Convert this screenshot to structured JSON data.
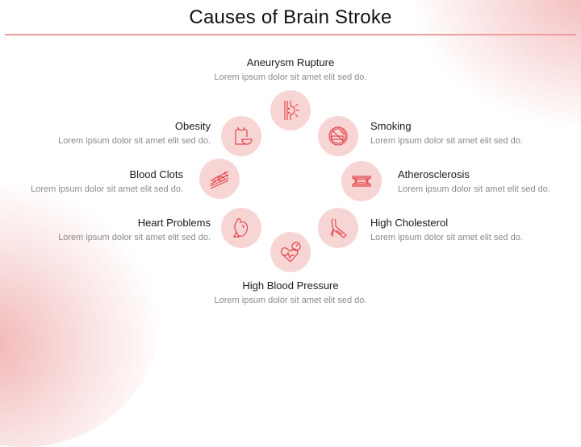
{
  "slide": {
    "title": "Causes of Brain Stroke",
    "accent_color": "#ef9c9c",
    "icon_bg_color": "#f8d5d5",
    "icon_stroke_color": "#e0474c"
  },
  "causes": [
    {
      "name": "Aneurysm Rupture",
      "desc": "Lorem ipsum dolor sit amet elit sed do.",
      "icon": "aneurysm-vessel-icon"
    },
    {
      "name": "Obesity",
      "desc": "Lorem ipsum dolor sit amet elit sed do.",
      "icon": "obesity-body-icon"
    },
    {
      "name": "Smoking",
      "desc": "Lorem ipsum dolor sit amet elit sed do.",
      "icon": "no-smoking-icon"
    },
    {
      "name": "Blood Clots",
      "desc": "Lorem ipsum dolor sit amet elit sed do.",
      "icon": "blood-clot-icon"
    },
    {
      "name": "Atherosclerosis",
      "desc": "Lorem ipsum dolor sit amet elit sed do.",
      "icon": "artery-plaque-icon"
    },
    {
      "name": "Heart Problems",
      "desc": "Lorem ipsum dolor sit amet elit sed do.",
      "icon": "heart-organ-icon"
    },
    {
      "name": "High Cholesterol",
      "desc": "Lorem ipsum dolor sit amet elit sed do.",
      "icon": "cholesterol-vessel-icon"
    },
    {
      "name": "High Blood Pressure",
      "desc": "Lorem ipsum dolor sit amet elit sed do.",
      "icon": "heart-pressure-gauge-icon"
    }
  ]
}
